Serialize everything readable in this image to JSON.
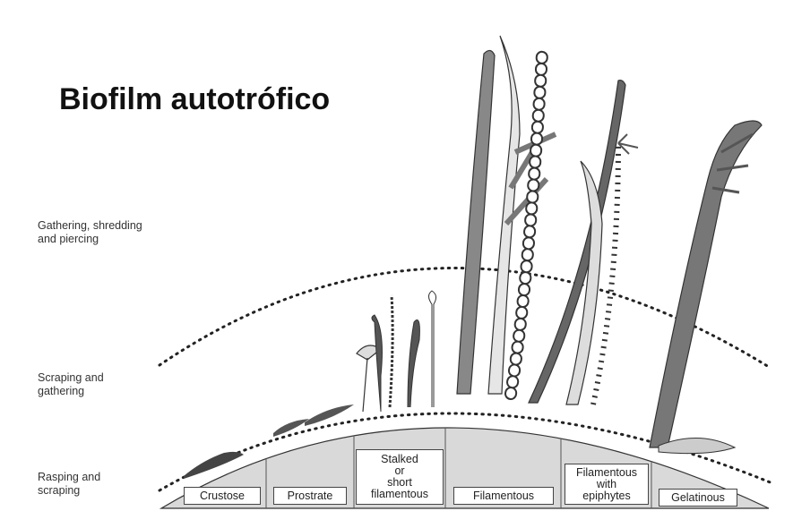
{
  "title": "Biofilm autotrófico",
  "zones": {
    "upper": "Gathering, shredding\nand piercing",
    "middle": "Scraping and\ngathering",
    "lower": "Rasping and\nscraping"
  },
  "growth_forms": [
    "Crustose",
    "Prostrate",
    "Stalked\nor\nshort\nfilamentous",
    "Filamentous",
    "Filamentous\nwith\nepiphytes",
    "Gelatinous"
  ]
}
